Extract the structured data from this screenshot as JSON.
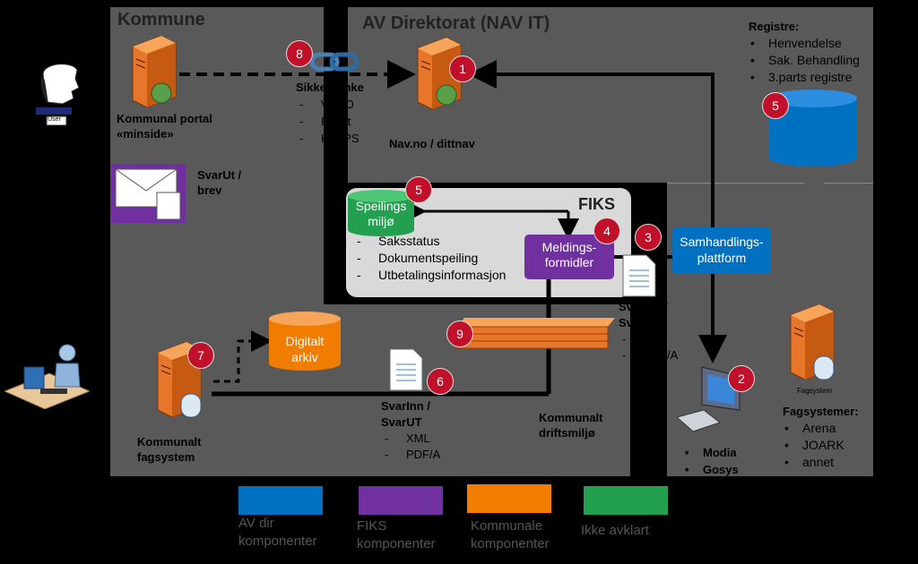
{
  "panels": {
    "kommune_title": "Kommune",
    "av_title": "AV Direktorat (NAV IT)",
    "fiks_title": "FIKS"
  },
  "nodes": {
    "kommunal_portal": [
      "Kommunal portal",
      "«minside»"
    ],
    "navno": "Nav.no / dittnav",
    "svarut_brev": [
      "SvarUt /",
      "brev"
    ],
    "digitalt_arkiv": [
      "Digitalt",
      "arkiv"
    ],
    "kommunalt_fagsystem": [
      "Kommunalt",
      "fagsystem"
    ],
    "kommunalt_driftsmiljo": [
      "Kommunalt",
      "driftsmiljø"
    ],
    "speilingsmiljo": [
      "Speilings",
      "miljø"
    ],
    "meldingsformidler": [
      "Meldings-",
      "formidler"
    ],
    "samhandlingsplattform": [
      "Samhandlings-",
      "plattform"
    ],
    "fagsystem_caption": "Fagsystem",
    "user_caption": "User"
  },
  "lists": {
    "sikker_lenke": {
      "title": "Sikker lenke",
      "items": [
        "VPDO",
        "Privat",
        "HTTPS"
      ]
    },
    "registre": {
      "title": "Registre:",
      "items": [
        "Henvendelse",
        "Sak. Behandling",
        "3.parts registre"
      ]
    },
    "fiks_items": [
      "Saksstatus",
      "Dokumentspeiling",
      "Utbetalingsinformasjon"
    ],
    "svarinn": {
      "title": [
        "SvarInn /",
        "SvarUT"
      ],
      "items": [
        "XML",
        "PDF/A"
      ]
    },
    "svar_right": {
      "title": [
        "SvarInn /",
        "SvarUT"
      ],
      "items": [
        "XML",
        "PDF/A"
      ]
    },
    "modia": [
      "Modia",
      "Gosys"
    ],
    "fagsystemer": {
      "title": "Fagsystemer:",
      "items": [
        "Arena",
        "JOARK",
        "annet"
      ]
    }
  },
  "badges": {
    "b1": "1",
    "b2": "2",
    "b3": "3",
    "b4": "4",
    "b5a": "5",
    "b5b": "5",
    "b6": "6",
    "b7": "7",
    "b8": "8",
    "b9": "9"
  },
  "legend": [
    {
      "label": [
        "AV dir",
        "komponenter"
      ],
      "color": "#0070c0"
    },
    {
      "label": [
        "FIKS",
        "komponenter"
      ],
      "color": "#7030a0"
    },
    {
      "label": [
        "Kommunale",
        "komponenter"
      ],
      "color": "#f07c00"
    },
    {
      "label": [
        "Ikke avklart"
      ],
      "color": "#22a050"
    }
  ],
  "colors": {
    "panel": "#595959",
    "fiks_panel": "#d9d9d9",
    "blue": "#0070c0",
    "purple": "#7030a0",
    "orange": "#f07c00",
    "green": "#22a050",
    "badge": "#c0102a"
  }
}
